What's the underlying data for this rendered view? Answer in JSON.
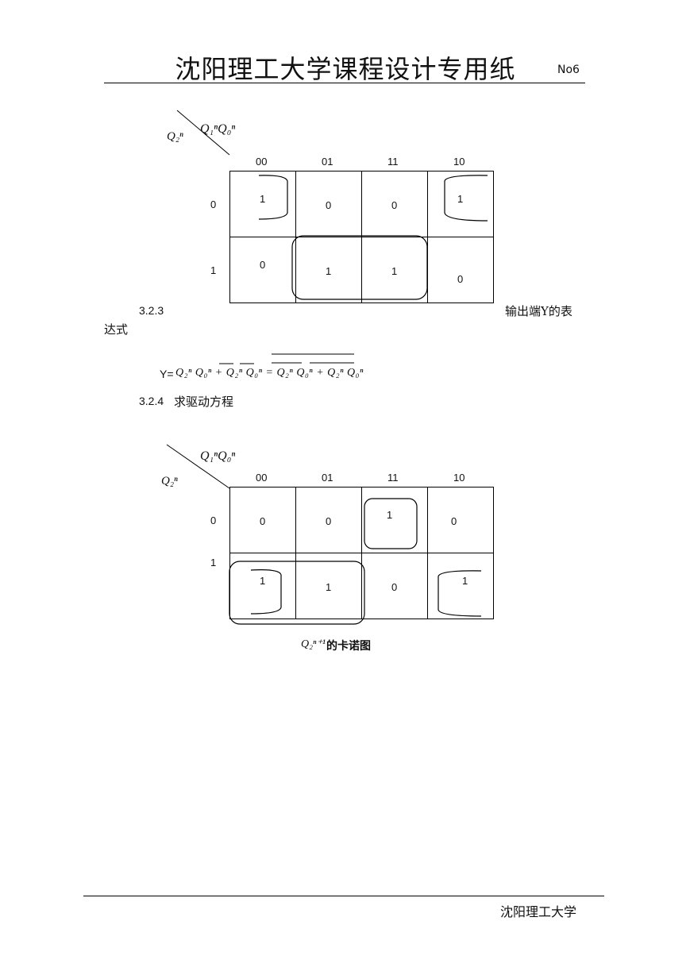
{
  "header": {
    "title": "沈阳理工大学课程设计专用纸",
    "page_no": "No6"
  },
  "kmap1": {
    "row_var": "Q₂ⁿ",
    "col_var": "Q₁ⁿQ₀ⁿ",
    "col_labels": [
      "00",
      "01",
      "11",
      "10"
    ],
    "row_labels": [
      "0",
      "1"
    ],
    "cells": [
      [
        "1",
        "0",
        "0",
        "1"
      ],
      [
        "0",
        "1",
        "1",
        "0"
      ]
    ]
  },
  "section_323": {
    "number": "3.2.3",
    "text_right": "输出端Y的表",
    "text_wrap": "达式"
  },
  "equation": {
    "prefix": "Y=",
    "text": "Q₂ⁿ Q₀ⁿ + Q₂ⁿ Q₀ⁿ = Q₂ⁿ Q₀ⁿ + Q₂ⁿ Q₀ⁿ"
  },
  "section_324": {
    "number": "3.2.4",
    "title": "求驱动方程"
  },
  "kmap2": {
    "row_var": "Q₂ⁿ",
    "col_var": "Q₁ⁿQ₀ⁿ",
    "col_labels": [
      "00",
      "01",
      "11",
      "10"
    ],
    "row_labels": [
      "0",
      "1"
    ],
    "cells": [
      [
        "0",
        "0",
        "1",
        "0"
      ],
      [
        "1",
        "1",
        "0",
        "1"
      ]
    ],
    "caption_var": "Q₂ⁿ⁺¹",
    "caption_text": "的卡诺图"
  },
  "footer": {
    "text": "沈阳理工大学"
  }
}
